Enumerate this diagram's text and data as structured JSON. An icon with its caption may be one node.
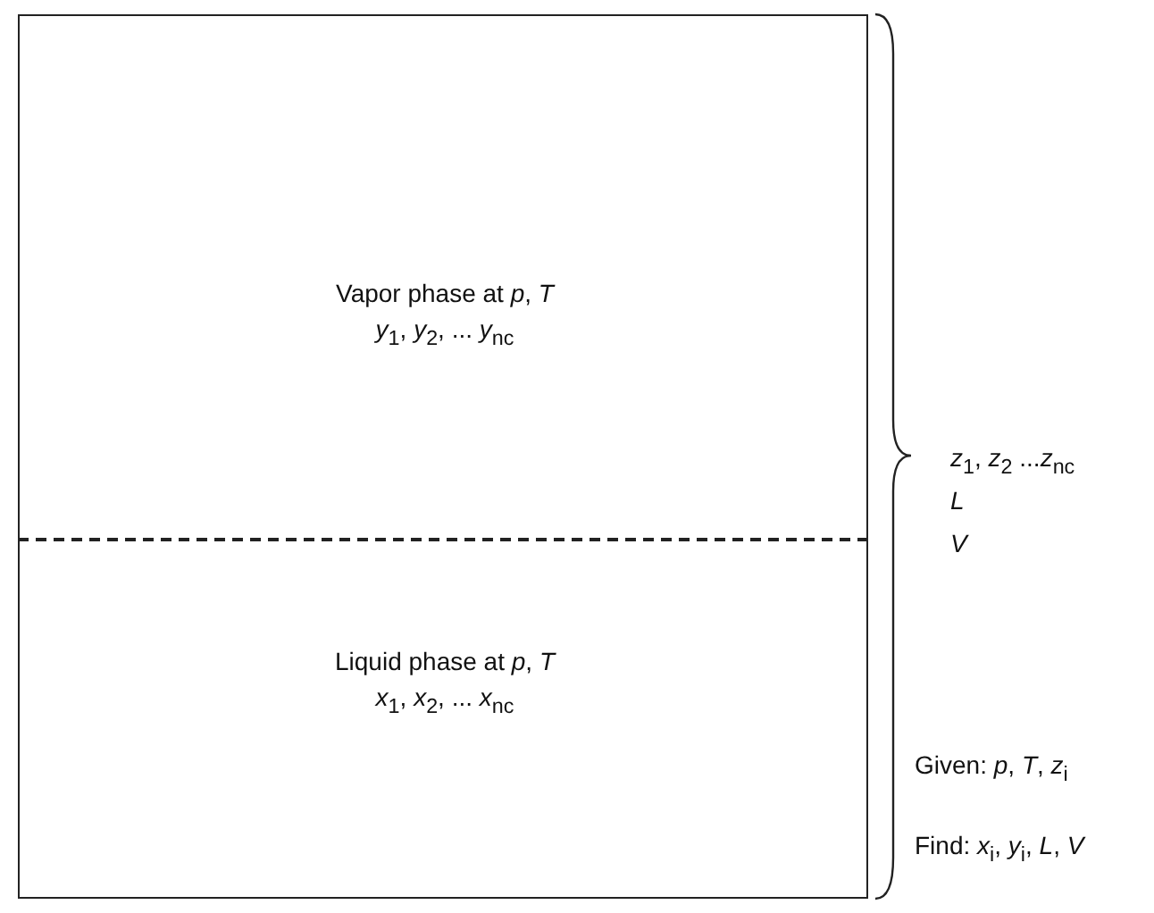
{
  "diagram": {
    "nodes": [
      {
        "text": [
          "Vapor phase at *p*, *T*",
          "*y*$_{1}$, *y*$_{2}$, ... *y*$_{nc}$"
        ]
      },
      {
        "text": [
          "Liquid phase at *p*, *T*",
          "*x*$_{1}$, *x*$_{2}$, ... *x*$_{nc}$"
        ]
      }
    ],
    "edges": [],
    "labels": [
      "*z*$_{1}$, *z*$_{2}$ ...*z*$_{nc}$",
      "*L*",
      "*V*",
      "Given: *p*, *T*, *z*$_{i}$",
      "Find: *x*$_{i}$, *y*$_{i}$, *L*, *V*"
    ]
  }
}
